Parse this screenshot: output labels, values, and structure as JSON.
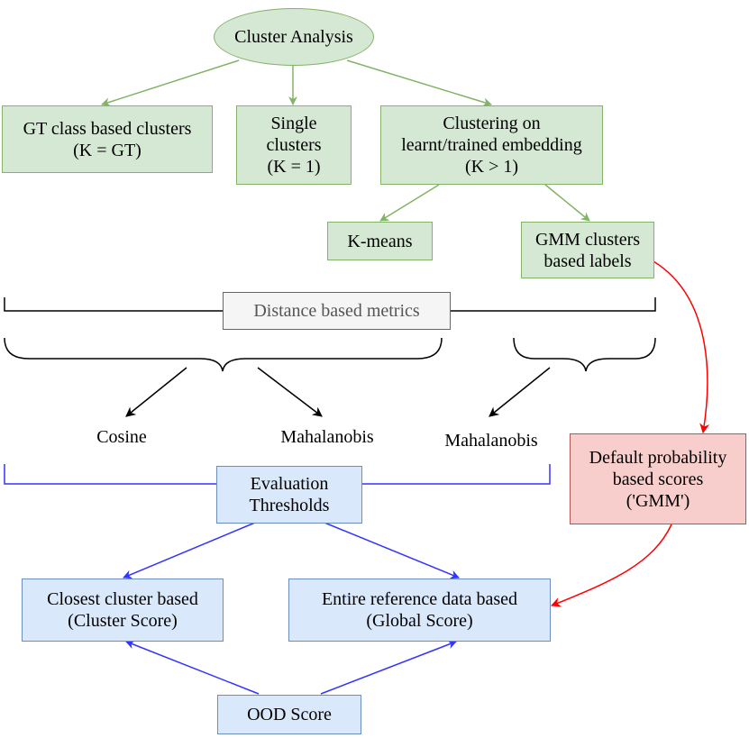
{
  "nodes": {
    "cluster_analysis": "Cluster Analysis",
    "gt_clusters": [
      "GT class based clusters",
      "(K = GT)"
    ],
    "single_clusters": [
      "Single",
      "clusters",
      "(K = 1)"
    ],
    "clustering_embedding": [
      "Clustering on",
      "learnt/trained embedding",
      "(K > 1)"
    ],
    "kmeans": "K-means",
    "gmm_labels": [
      "GMM clusters",
      "based labels"
    ],
    "distance_metrics": "Distance based metrics",
    "cosine": "Cosine",
    "mahalanobis_left": "Mahalanobis",
    "mahalanobis_right": "Mahalanobis",
    "default_probability": [
      "Default probability",
      "based scores",
      "('GMM')"
    ],
    "evaluation_thresholds": [
      "Evaluation",
      "Thresholds"
    ],
    "closest_cluster": [
      "Closest cluster based",
      "(Cluster Score)"
    ],
    "entire_reference": [
      "Entire reference data based",
      "(Global Score)"
    ],
    "ood_score": "OOD Score"
  },
  "colors": {
    "green_fill": "#d5e8d4",
    "green_stroke": "#82b366",
    "blue_fill": "#dae8fc",
    "blue_stroke": "#6c8ebf",
    "red_fill": "#f8cecc",
    "red_stroke": "#b85450",
    "gray_fill": "#f5f5f5",
    "gray_stroke": "#666666",
    "blue_arrow": "#3333ff",
    "red_arrow": "#ff0000"
  }
}
